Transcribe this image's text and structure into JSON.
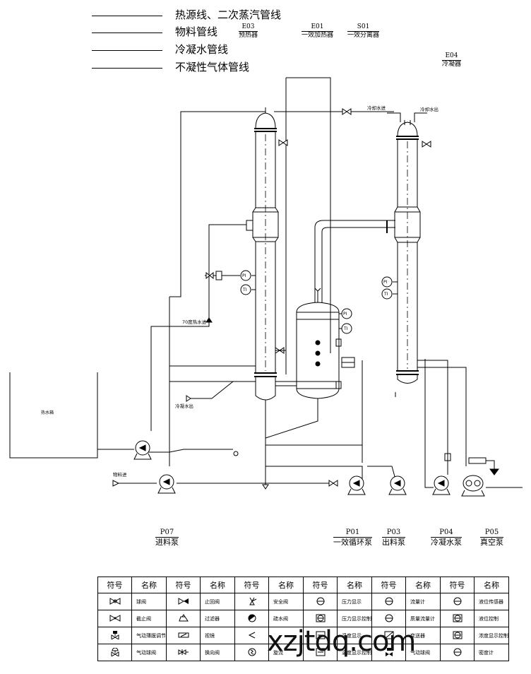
{
  "legend_lines": [
    {
      "label": "热源线、二次蒸汽管线"
    },
    {
      "label": "物料管线"
    },
    {
      "label": "冷凝水管线"
    },
    {
      "label": "不凝性气体管线"
    }
  ],
  "equipment": {
    "E03": {
      "code": "E03",
      "name": "预热器"
    },
    "E01": {
      "code": "E01",
      "name": "一效加热器"
    },
    "S01": {
      "code": "S01",
      "name": "一效分离器"
    },
    "E04": {
      "code": "E04",
      "name": "冷凝器"
    }
  },
  "pumps": [
    {
      "code": "P07",
      "name": "进料泵"
    },
    {
      "code": "P01",
      "name": "一效循环泵"
    },
    {
      "code": "P03",
      "name": "出料泵"
    },
    {
      "code": "P04",
      "name": "冷凝水泵"
    },
    {
      "code": "P05",
      "name": "真空泵"
    }
  ],
  "annotations": {
    "cooling_in": "冷却水进",
    "cooling_out": "冷却水出",
    "hot_water_in": "70度热水进",
    "condensate_out": "冷凝水出",
    "hot_water_tank": "热水箱",
    "feed_in": "物料进"
  },
  "instruments": {
    "pi": "PI",
    "ti": "TI"
  },
  "symbol_table": {
    "headers": [
      "符号",
      "名称",
      "符号",
      "名称",
      "符号",
      "名称",
      "符号",
      "名称",
      "符号",
      "名称",
      "符号",
      "名称"
    ],
    "rows": [
      [
        {
          "icon": "ball-valve-icon",
          "name": "球阀"
        },
        {
          "icon": "check-valve-icon",
          "name": "止回阀"
        },
        {
          "icon": "safety-valve-icon",
          "name": "安全阀"
        },
        {
          "icon": "pressure-display-icon",
          "name": "压力显示"
        },
        {
          "icon": "flow-meter-icon",
          "name": "流量计"
        },
        {
          "icon": "level-sensor-icon",
          "name": "液位传感器"
        }
      ],
      [
        {
          "icon": "globe-valve-icon",
          "name": "截止阀"
        },
        {
          "icon": "strainer-icon",
          "name": "过滤器"
        },
        {
          "icon": "drain-valve-icon",
          "name": "疏水阀"
        },
        {
          "icon": "pressure-control-icon",
          "name": "压力显示控制"
        },
        {
          "icon": "mass-flow-meter-icon",
          "name": "质量流量计"
        },
        {
          "icon": "level-control-icon",
          "name": "液位控制"
        }
      ],
      [
        {
          "icon": "pneumatic-film-valve-icon",
          "name": "气动薄膜调节阀"
        },
        {
          "icon": "sight-glass-icon",
          "name": "视镜"
        },
        {
          "icon": "reducer-icon",
          "name": ""
        },
        {
          "icon": "temperature-display-icon",
          "name": "温度显示"
        },
        {
          "icon": "transmitter-icon",
          "name": "变送器"
        },
        {
          "icon": "concentration-control-icon",
          "name": "浓度显示控制"
        }
      ],
      [
        {
          "icon": "pneumatic-ball-valve-icon",
          "name": "气动球阀"
        },
        {
          "icon": "switch-valve-icon",
          "name": "换向阀"
        },
        {
          "icon": "vortex-icon",
          "name": "旋流"
        },
        {
          "icon": "temperature-control-icon",
          "name": "温度显示控制"
        },
        {
          "icon": "pneumatic-valve-icon",
          "name": "气动球阀"
        },
        {
          "icon": "density-meter-icon",
          "name": "密度计"
        }
      ]
    ]
  },
  "watermark": "xzjtdq.com"
}
